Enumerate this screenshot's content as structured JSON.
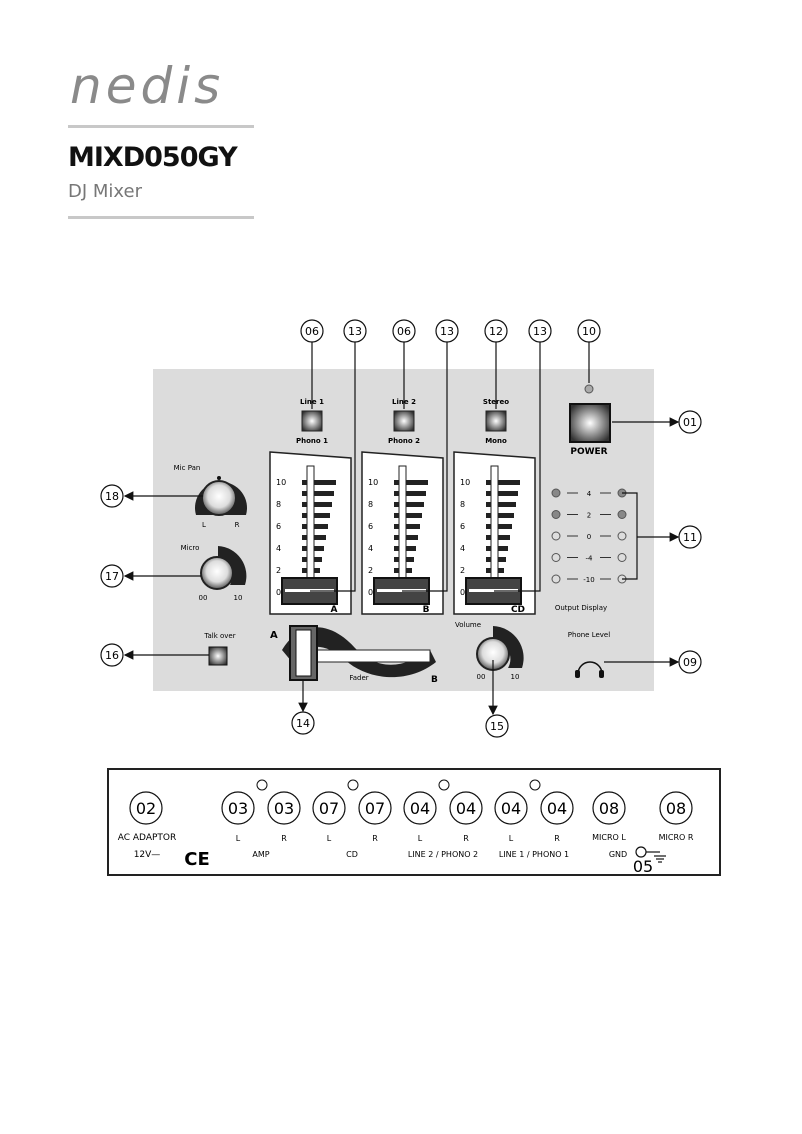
{
  "header": {
    "brand": "nedis",
    "model": "MIXD050GY",
    "subtitle": "DJ Mixer"
  },
  "front_panel": {
    "callouts": [
      "01",
      "06",
      "13",
      "06",
      "13",
      "12",
      "13",
      "10",
      "11",
      "09",
      "15",
      "14",
      "16",
      "17",
      "18"
    ],
    "labels": {
      "line1": "Line 1",
      "phono1": "Phono 1",
      "line2": "Line 2",
      "phono2": "Phono 2",
      "stereo": "Stereo",
      "mono": "Mono",
      "power": "POWER",
      "mic_pan": "Mic Pan",
      "mic_pan_l": "L",
      "mic_pan_r": "R",
      "micro": "Micro",
      "micro_min": "00",
      "micro_max": "10",
      "talk_over": "Talk over",
      "output_display": "Output Display",
      "phone_level": "Phone Level",
      "volume": "Volume",
      "volume_min": "00",
      "volume_max": "10",
      "fader": "Fader",
      "fader_a": "A",
      "fader_b": "B",
      "channel_a": "A",
      "channel_b": "B",
      "channel_cd": "CD"
    },
    "scale": [
      "10",
      "8",
      "6",
      "4",
      "2",
      "0"
    ],
    "output_levels": [
      "4",
      "2",
      "0",
      "-4",
      "-10"
    ]
  },
  "rear_panel": {
    "callouts": [
      "02",
      "03",
      "03",
      "07",
      "07",
      "04",
      "04",
      "04",
      "04",
      "08",
      "08",
      "05"
    ],
    "labels": {
      "ac_adaptor": "AC ADAPTOR",
      "voltage": "12V—",
      "ce": "CE",
      "amp_l": "L",
      "amp_r": "R",
      "amp": "AMP",
      "cd_l": "L",
      "cd_r": "R",
      "cd": "CD",
      "l2_l": "L",
      "l2_r": "R",
      "line2_phono2": "LINE 2 / PHONO 2",
      "l1_l": "L",
      "l1_r": "R",
      "line1_phono1": "LINE 1 / PHONO 1",
      "micro_l": "MICRO L",
      "micro_r": "MICRO R",
      "gnd": "GND"
    }
  }
}
